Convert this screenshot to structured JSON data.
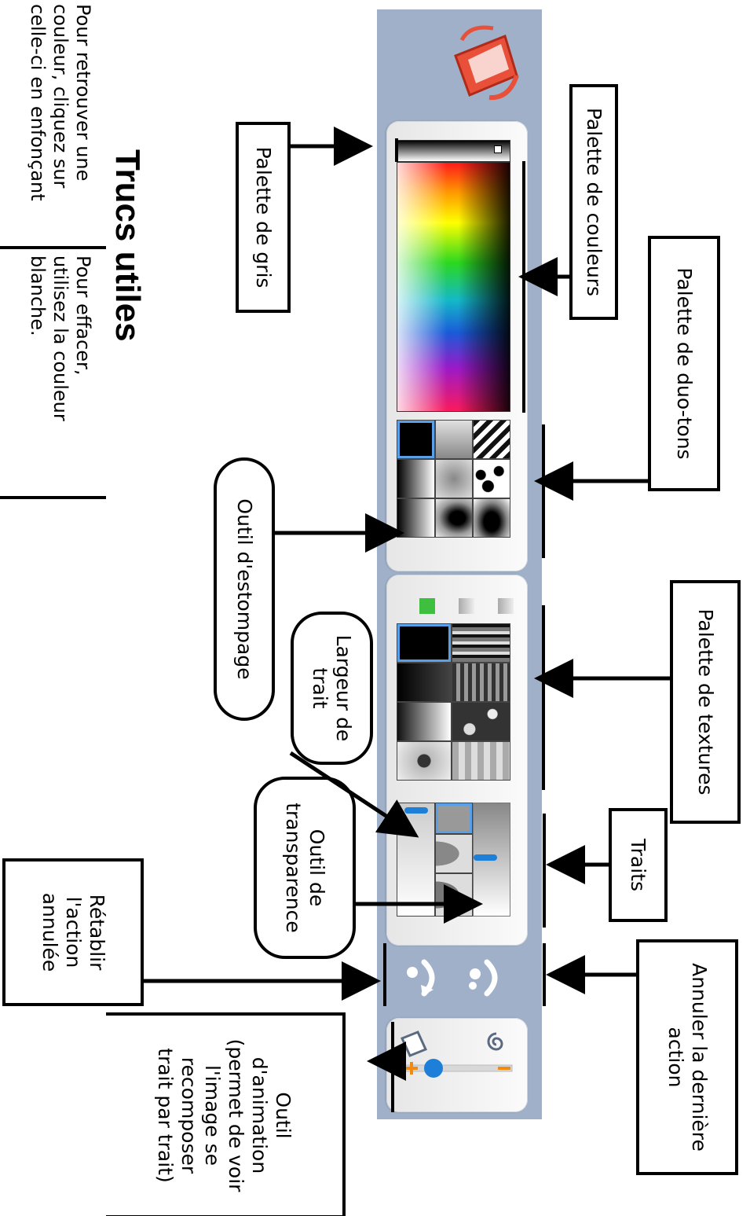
{
  "tips": {
    "title": "Trucs utiles",
    "tip_find_color": [
      "Pour retrouver une",
      "couleur, cliquez sur",
      "celle-ci en enfonçant"
    ],
    "tip_erase": [
      "Pour effacer,",
      "utilisez la couleur",
      "blanche."
    ]
  },
  "callouts": {
    "palette_gris": "Palette de gris",
    "palette_couleurs": "Palette de couleurs",
    "palette_duo_tons": "Palette de duo-tons",
    "outil_estompage": "Outil d'estompage",
    "palette_textures": "Palette de textures",
    "largeur_trait": [
      "Largeur de",
      "trait"
    ],
    "traits": "Traits",
    "outil_transparence": [
      "Outil de",
      "transparence"
    ],
    "annuler": [
      "Annuler la dernière",
      "action"
    ],
    "retablir": [
      "Rétablir",
      "l'action",
      "annulée"
    ],
    "outil_animation": [
      "Outil",
      "d'animation",
      "(permet de voir",
      "l'image se",
      "recomposer",
      "trait par trait)"
    ]
  },
  "colors": {
    "toolbar_bg": "#9fb0c8",
    "selection": "#5aa0e6",
    "bucket": "#e8503a",
    "slider_knob": "#1e7fd8",
    "slider_plus": "#f08a10",
    "green_swatch": "#3fbf3f"
  },
  "icons": [
    "paint-bucket-icon",
    "undo-icon",
    "redo-icon",
    "spiral-icon",
    "eraser-icon"
  ]
}
